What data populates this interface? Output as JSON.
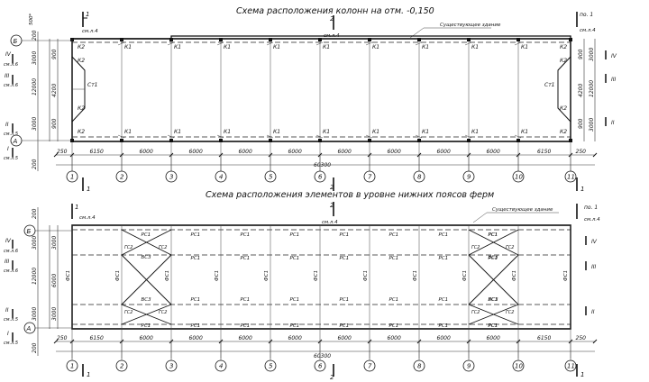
{
  "plan1": {
    "title": "Схема расположения колонн на отм. -0,150",
    "existing_building": "Существующее здание",
    "labels": {
      "col_k1": "К1",
      "col_k2": "К2",
      "strut": "Ст1"
    },
    "left_dims": [
      "3000",
      "12000",
      "3000",
      "200",
      "200"
    ],
    "left_inner_dims": [
      "900",
      "4200",
      "900"
    ],
    "right_dims": [
      "3000",
      "12000",
      "3000"
    ],
    "right_inner_dims": [
      "900",
      "4200",
      "900"
    ],
    "bottom_dims": [
      "250",
      "6150",
      "6000",
      "6000",
      "6000",
      "6000",
      "6000",
      "6000",
      "6000",
      "6000",
      "6150",
      "250"
    ],
    "total": "60300",
    "top_offset": "500*"
  },
  "plan2": {
    "title": "Схема расположения элементов в уровне нижних поясов ферм",
    "existing_building": "Существующее здание",
    "labels": {
      "rs1": "РС1",
      "gs2": "ГС2",
      "vs3": "ВС3",
      "fs1": "ФС1"
    },
    "left_dims": [
      "3000",
      "12000",
      "3000",
      "200",
      "200"
    ],
    "left_inner_dims": [
      "3000",
      "6000",
      "3000"
    ],
    "bottom_dims": [
      "250",
      "6150",
      "6000",
      "6000",
      "6000",
      "6000",
      "6000",
      "6000",
      "6000",
      "6000",
      "6150",
      "250"
    ],
    "total": "60300"
  },
  "axes_x": [
    "1",
    "2",
    "3",
    "4",
    "5",
    "6",
    "7",
    "8",
    "9",
    "10",
    "11"
  ],
  "axes_y": {
    "top": "Б",
    "bottom": "А"
  },
  "section_marks": {
    "s1": "1",
    "s2": "2",
    "s_left": [
      "IV",
      "III",
      "II",
      "I"
    ],
    "s_right": [
      "IV",
      "III",
      "II"
    ],
    "ref_a4": "см.л.4",
    "ref_a6": "см.л.6",
    "ref_a5": "см.л.5",
    "ref_po": "по. 1"
  }
}
